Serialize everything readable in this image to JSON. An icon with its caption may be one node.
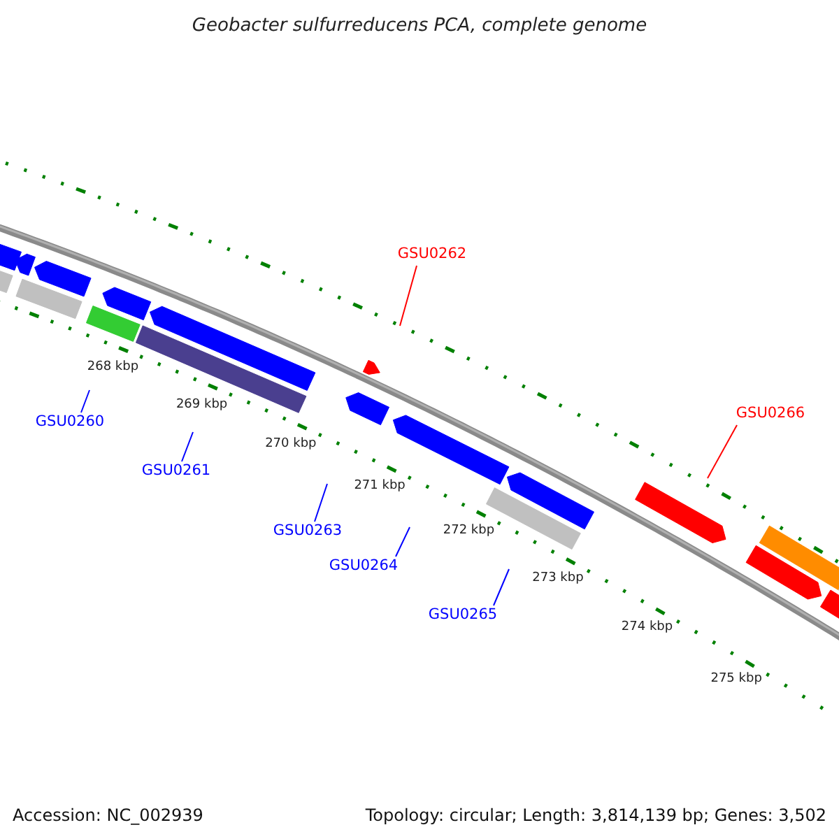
{
  "diagram": {
    "title": "Geobacter sulfurreducens PCA, complete genome",
    "nodes": [
      {
        "text": [
          "GSU0260"
        ]
      },
      {
        "text": [
          "GSU0261"
        ]
      },
      {
        "text": [
          "GSU0262"
        ]
      },
      {
        "text": [
          "GSU0263"
        ]
      },
      {
        "text": [
          "GSU0264"
        ]
      },
      {
        "text": [
          "GSU0265"
        ]
      },
      {
        "text": [
          "GSU0266"
        ]
      }
    ],
    "edges": [
      {
        "from": 0,
        "to": null,
        "arrow": "none"
      },
      {
        "from": 1,
        "to": null,
        "arrow": "none"
      },
      {
        "from": 2,
        "to": null,
        "arrow": "none",
        "color": "#ff0000"
      },
      {
        "from": 3,
        "to": null,
        "arrow": "none"
      },
      {
        "from": 4,
        "to": null,
        "arrow": "none"
      },
      {
        "from": 5,
        "to": null,
        "arrow": "none"
      },
      {
        "from": 6,
        "to": null,
        "arrow": "none",
        "color": "#ff0000"
      }
    ],
    "labels": [
      "268 kbp",
      "269 kbp",
      "270 kbp",
      "271 kbp",
      "272 kbp",
      "273 kbp",
      "274 kbp",
      "275 kbp",
      "Accession: NC_002939",
      "Topology: circular; Length: 3,814,139 bp; Genes: 3,502"
    ]
  }
}
